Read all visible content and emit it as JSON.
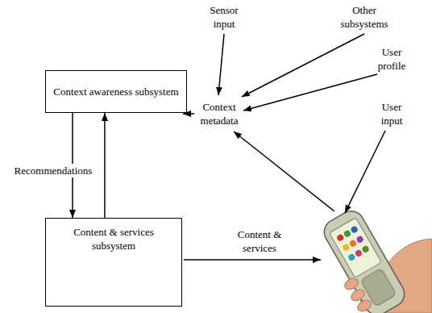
{
  "diagram": {
    "nodes": [
      {
        "text": [
          "Context awareness subsystem"
        ]
      },
      {
        "text": [
          "Content & services subsystem"
        ]
      }
    ],
    "edges": [
      {
        "from": 0,
        "to": 1,
        "label": "Recommendations",
        "arrow": "to"
      },
      {
        "from": 1,
        "to": 0,
        "arrow": "to"
      }
    ],
    "labels": [
      "Sensor input",
      "Other subsystems",
      "User profile",
      "User input",
      "Context metadata",
      "Content & services"
    ]
  }
}
